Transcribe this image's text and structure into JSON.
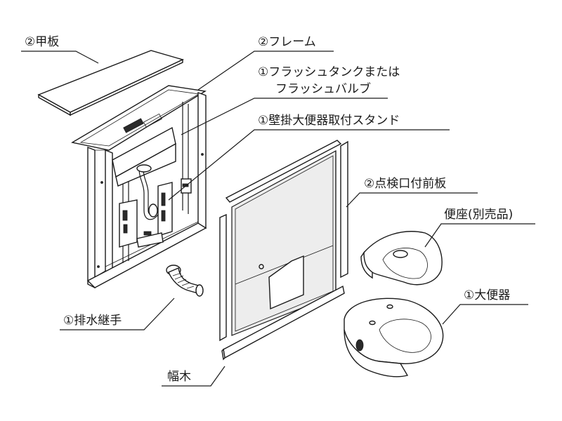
{
  "labels": {
    "top_plate": "②甲板",
    "frame": "②フレーム",
    "flush_tank_1": "①フラッシュタンクまたは",
    "flush_tank_2": "フラッシュバルブ",
    "stand": "①壁掛大便器取付スタンド",
    "access_panel": "②点検口付前板",
    "seat": "便座(別売品)",
    "toilet": "①大便器",
    "drain_joint": "①排水継手",
    "baseboard": "幅木"
  },
  "colors": {
    "line": "#1a1a1a",
    "panel_fill": "#ededed",
    "background": "#ffffff"
  }
}
